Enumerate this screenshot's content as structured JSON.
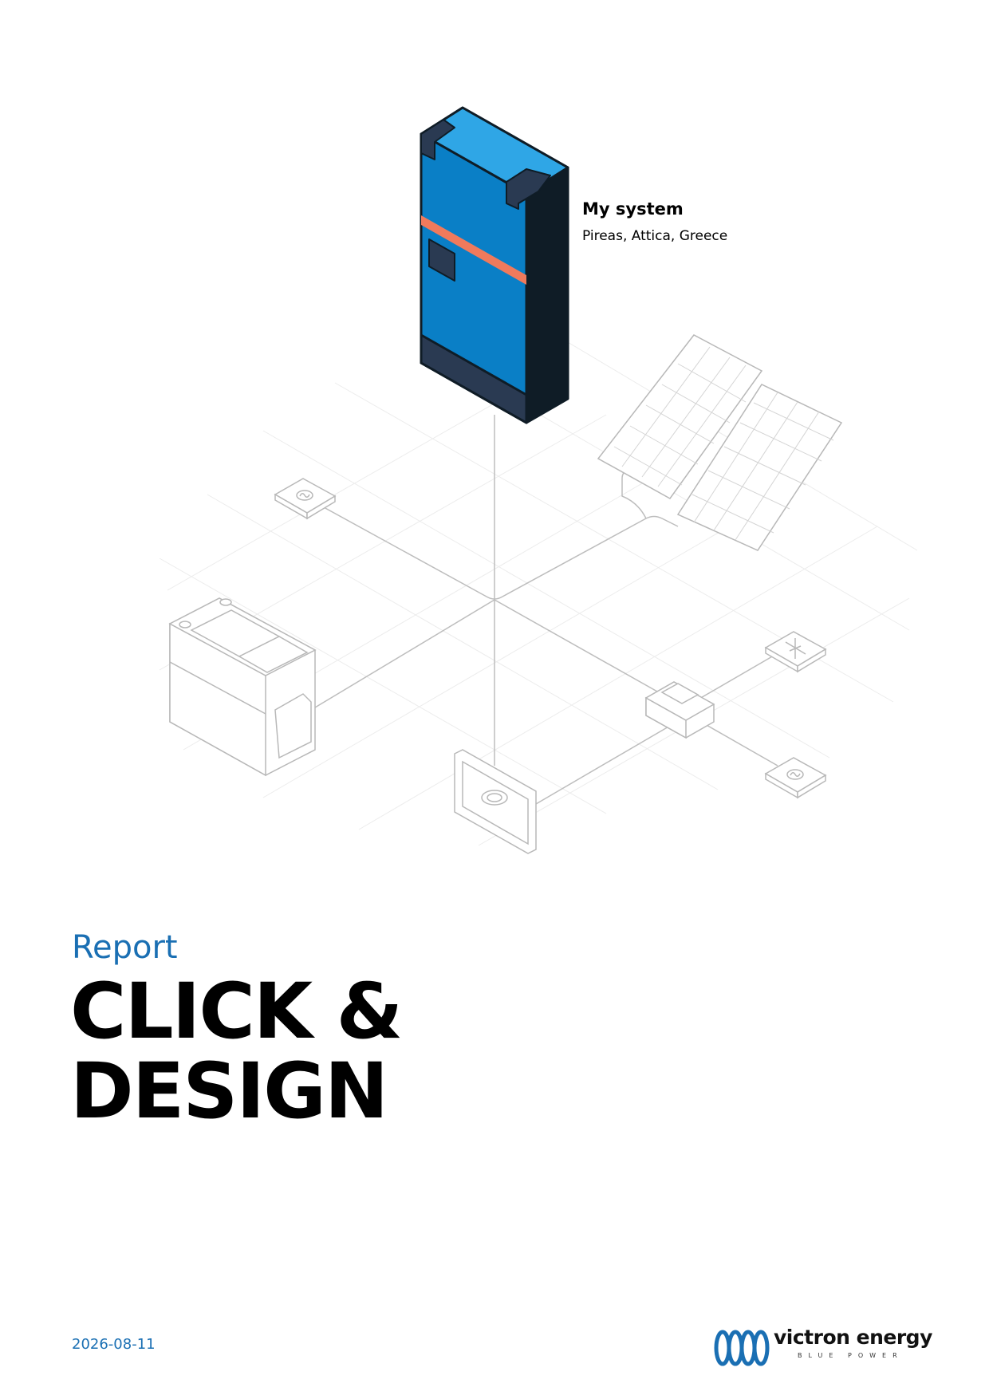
{
  "system": {
    "name": "My system",
    "location": "Pireas, Attica, Greece"
  },
  "cover": {
    "label": "Report",
    "title_line1": "CLICK &",
    "title_line2": "DESIGN",
    "date": "2026-08-11"
  },
  "logo": {
    "name": "victron energy",
    "tagline": "BLUE POWER"
  },
  "colors": {
    "accent": "#1a6fb3",
    "inverter_blue": "#0a7fc6",
    "inverter_dark": "#0f1c26",
    "inverter_stripe": "#f07a5c",
    "line_gray": "#b8b8b8"
  },
  "icons": {
    "ac_source": "ac-sine-icon",
    "generator": "generator-icon",
    "device_panel": "victron-logo-icon"
  }
}
